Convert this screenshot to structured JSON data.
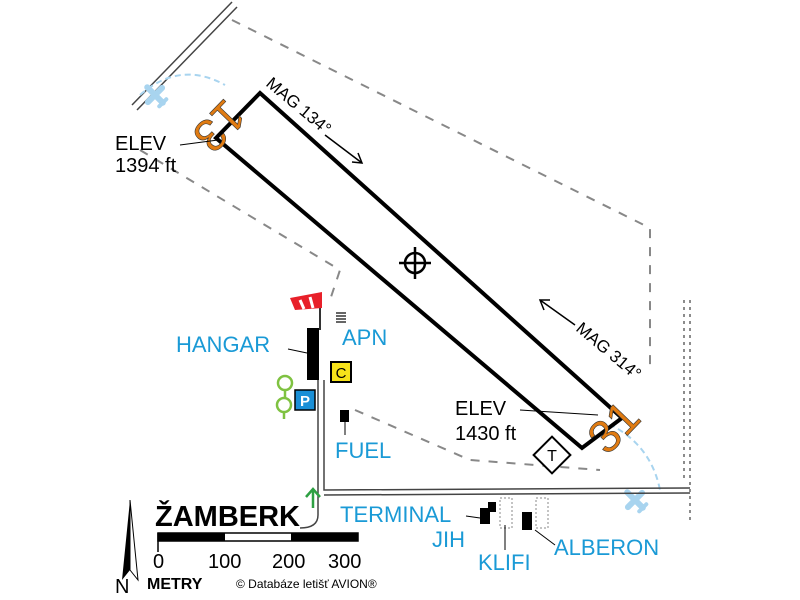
{
  "airfield": {
    "name": "ŽAMBERK"
  },
  "runway": {
    "designator_west": "13",
    "designator_east": "31",
    "heading_west": "MAG 134°",
    "heading_east": "MAG 314°",
    "elev_west_label": "ELEV",
    "elev_west_value": "1394 ft",
    "elev_east_label": "ELEV",
    "elev_east_value": "1430 ft"
  },
  "facilities": {
    "hangar": "HANGAR",
    "apron": "APN",
    "fuel": "FUEL",
    "terminal": "TERMINAL",
    "jih": "JIH",
    "klifi": "KLIFI",
    "alberon": "ALBERON",
    "customs_symbol": "C",
    "parking_symbol": "P"
  },
  "scale": {
    "ticks": [
      "0",
      "100",
      "200",
      "300"
    ],
    "unit": "METRY",
    "north": "N"
  },
  "copyright": "© Databáze letišť AVION®",
  "colors": {
    "runway_outline": "#000000",
    "label_blue": "#1a9ad6",
    "designator_orange": "#e07b12",
    "windsock_red": "#e8202a",
    "customs_yellow": "#f7e31a",
    "parking_blue": "#1a8fd6",
    "tree_green": "#7fc241",
    "arrow_green": "#2ea043",
    "approach_light_blue": "#a8d4ef"
  },
  "icons": [
    "airplane-icon",
    "windsock-icon",
    "customs-icon",
    "parking-icon",
    "tree-icon",
    "north-arrow-icon",
    "runway-center-icon",
    "arrow-up-icon"
  ]
}
